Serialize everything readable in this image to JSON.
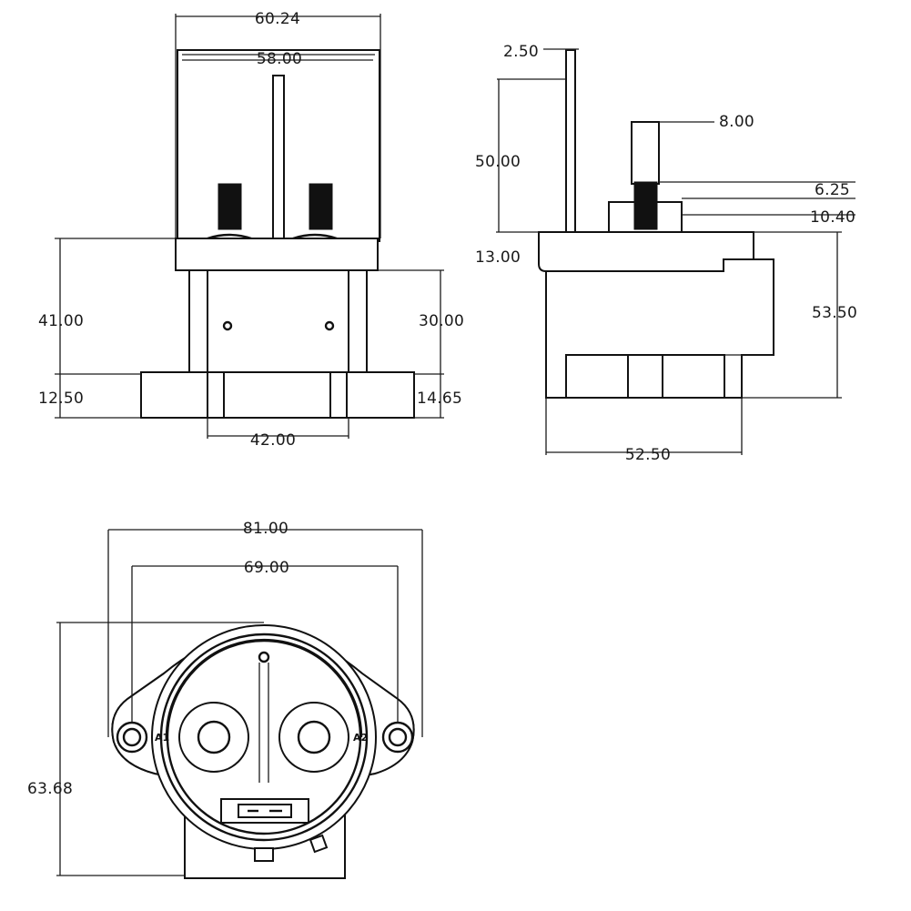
{
  "front_view": {
    "width_overall": "60.24",
    "width_cover": "58.00",
    "height_body": "41.00",
    "height_lower": "30.00",
    "flange_left": "12.50",
    "flange_right": "14.65",
    "mount_width": "42.00"
  },
  "side_view": {
    "tab_thickness": "2.50",
    "cover_height": "50.00",
    "stud_length": "8.00",
    "stud_diameter": "6.25",
    "nut_height": "10.40",
    "base_height": "13.00",
    "body_height": "53.50",
    "body_depth": "52.50"
  },
  "top_view": {
    "width_overall": "81.00",
    "hole_spacing": "69.00",
    "depth": "63.68",
    "terminal_left": "A1",
    "terminal_right": "A2"
  }
}
